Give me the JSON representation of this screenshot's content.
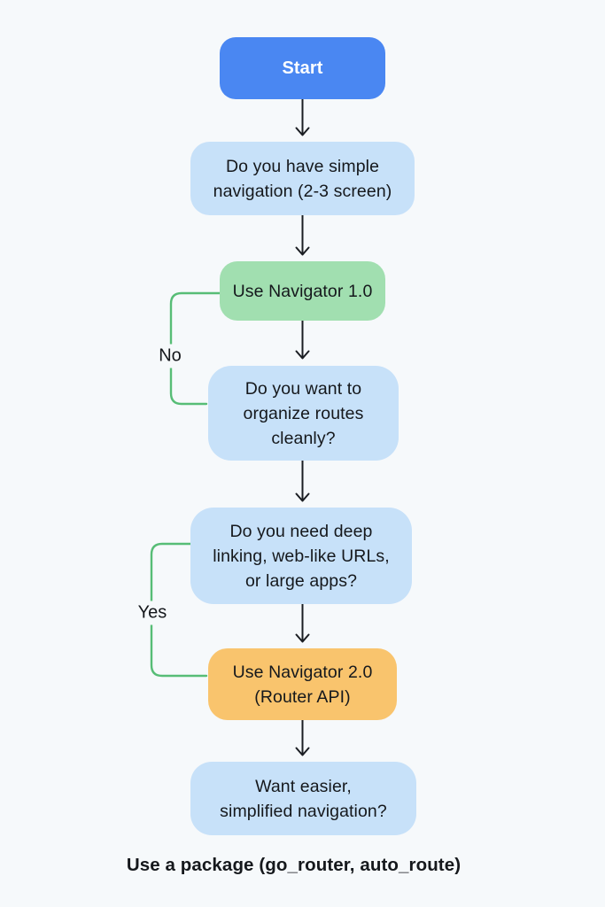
{
  "colors": {
    "page-bg": "#f6f9fb",
    "start-bg": "#4a87f2",
    "start-text": "#ffffff",
    "question-bg": "#c7e1f9",
    "green-bg": "#a1dfb0",
    "orange-bg": "#f9c46d",
    "branch-color": "#57bd76",
    "arrow-color": "#1b1e23",
    "text-dark": "#15181c"
  },
  "nodes": {
    "start": {
      "label": "Start"
    },
    "q1": {
      "label": "Do you have simple\nnavigation (2-3 screen)"
    },
    "nav1": {
      "label": "Use Navigator 1.0"
    },
    "q2": {
      "label": "Do you want to\norganize routes\ncleanly?"
    },
    "q3": {
      "label": "Do you need deep\nlinking, web-like URLs,\nor large apps?"
    },
    "nav2": {
      "label": "Use Navigator 2.0\n(Router API)"
    },
    "q4": {
      "label": "Want easier,\nsimplified navigation?"
    }
  },
  "edge_labels": {
    "no": "No",
    "yes": "Yes"
  },
  "footer": "Use a package (go_router, auto_route)"
}
